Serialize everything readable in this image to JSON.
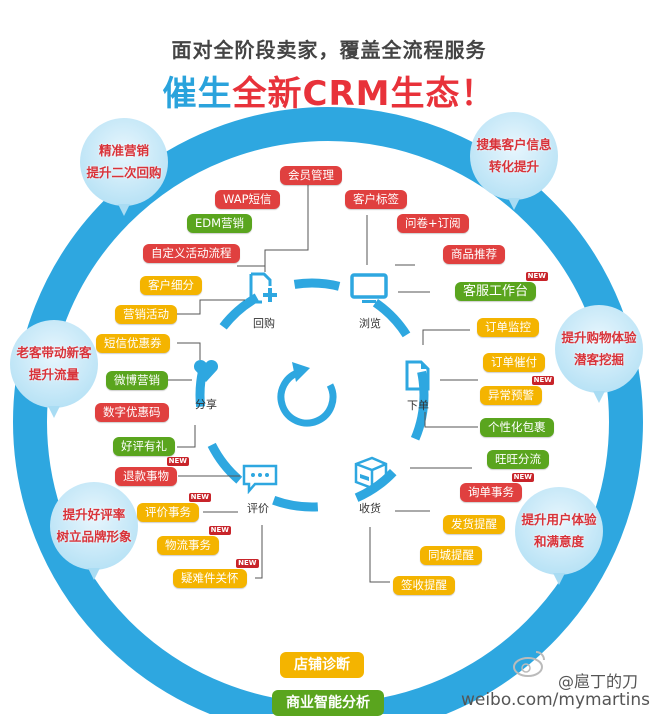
{
  "header": {
    "subtitle": "面对全阶段卖家，覆盖全流程服务",
    "title_part1": "催生",
    "title_part2": "全新CRM生态！"
  },
  "bubbles": [
    {
      "line1": "精准营销",
      "line2": "提升二次回购"
    },
    {
      "line1": "搜集客户信息",
      "line2": "转化提升"
    },
    {
      "line1": "老客带动新客",
      "line2": "提升流量"
    },
    {
      "line1": "提升购物体验",
      "line2": "潜客挖掘"
    },
    {
      "line1": "提升好评率",
      "line2": "树立品牌形象"
    },
    {
      "line1": "提升用户体验",
      "line2": "和满意度"
    }
  ],
  "stages": {
    "repurchase": "回购",
    "browse": "浏览",
    "share": "分享",
    "order": "下单",
    "review": "评价",
    "receive": "收货"
  },
  "features": [
    {
      "label": "会员管理",
      "color": "red"
    },
    {
      "label": "WAP短信",
      "color": "red"
    },
    {
      "label": "EDM营销",
      "color": "green"
    },
    {
      "label": "自定义活动流程",
      "color": "red"
    },
    {
      "label": "客户细分",
      "color": "yellow"
    },
    {
      "label": "营销活动",
      "color": "yellow"
    },
    {
      "label": "短信优惠券",
      "color": "yellow"
    },
    {
      "label": "微博营销",
      "color": "green"
    },
    {
      "label": "数字优惠码",
      "color": "red"
    },
    {
      "label": "好评有礼",
      "color": "green"
    },
    {
      "label": "退款事物",
      "color": "red",
      "new": "NEW"
    },
    {
      "label": "评价事务",
      "color": "yellow",
      "new": "NEW"
    },
    {
      "label": "物流事务",
      "color": "yellow",
      "new": "NEW"
    },
    {
      "label": "疑难件关怀",
      "color": "yellow",
      "new": "NEW"
    },
    {
      "label": "客户标签",
      "color": "red"
    },
    {
      "label": "问卷+订阅",
      "color": "red"
    },
    {
      "label": "商品推荐",
      "color": "red"
    },
    {
      "label": "客服工作台",
      "color": "green",
      "new": "NEW"
    },
    {
      "label": "订单监控",
      "color": "yellow"
    },
    {
      "label": "订单催付",
      "color": "yellow"
    },
    {
      "label": "异常预警",
      "color": "yellow",
      "new": "NEW"
    },
    {
      "label": "个性化包裹",
      "color": "green"
    },
    {
      "label": "旺旺分流",
      "color": "green"
    },
    {
      "label": "询单事务",
      "color": "red",
      "new": "NEW"
    },
    {
      "label": "发货提醒",
      "color": "yellow"
    },
    {
      "label": "同城提醒",
      "color": "yellow"
    },
    {
      "label": "签收提醒",
      "color": "yellow"
    }
  ],
  "bottom": {
    "shop_diagnosis": "店铺诊断",
    "bi_analysis": "商业智能分析"
  },
  "watermark": {
    "handle": "@扈丁的刀",
    "url": "weibo.com/mymartins"
  },
  "colors": {
    "ring": "#2ea7e0",
    "red": "#e0403f",
    "green": "#5aa51e",
    "yellow": "#f4b400"
  }
}
